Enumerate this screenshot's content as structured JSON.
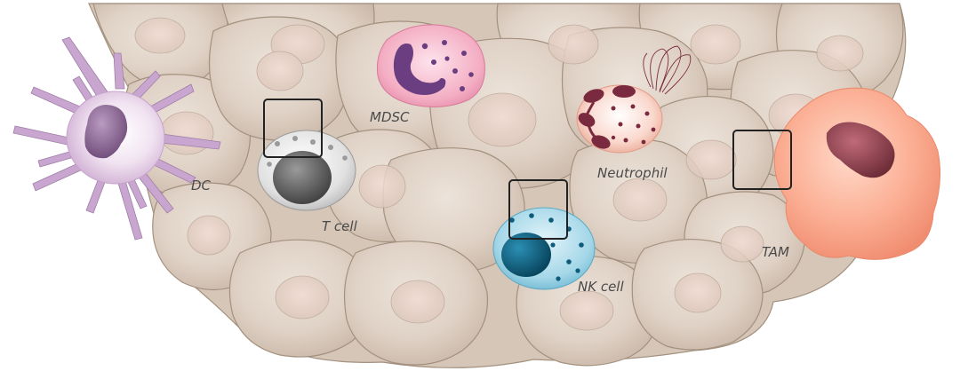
{
  "labels": {
    "mdsc": "MDSC",
    "neutrophil": "Neutrophil",
    "dc": "DC",
    "t_cell": "T cell",
    "nk_cell": "NK cell",
    "tam": "TAM"
  },
  "colors": {
    "tissue_fill": "#ddcec2",
    "tissue_stroke": "#a3917f",
    "nucleus_tint": "#e7cfc4",
    "dc_body": "#e9d6ea",
    "dc_nucleus": "#8d6b95",
    "mdsc_body": "#f3a9bf",
    "mdsc_nucleus": "#6a3e80",
    "neutrophil_body": "#f9d3c7",
    "neutrophil_nucleus": "#7a2a3e",
    "tcell_body": "#dedede",
    "tcell_nucleus": "#5b5b5b",
    "nk_body": "#9fd4e6",
    "nk_nucleus": "#0d5c7c",
    "tam_body": "#f9a98f",
    "tam_nucleus": "#8e3f4b",
    "box_stroke": "#222222"
  }
}
